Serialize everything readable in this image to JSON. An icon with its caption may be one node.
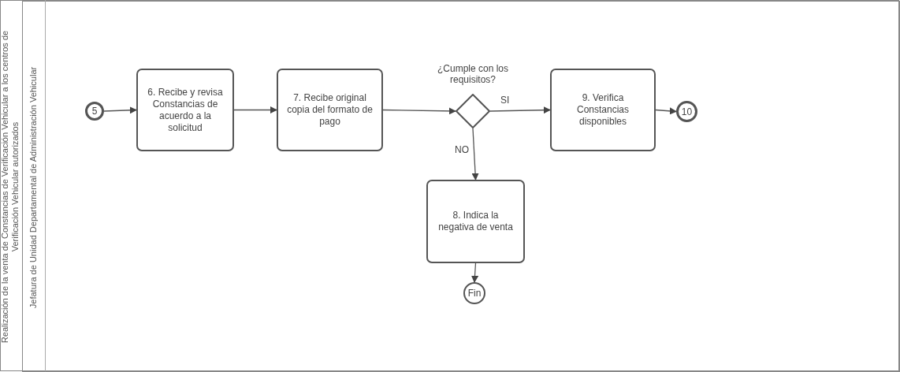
{
  "diagram": {
    "nodes": [
      {
        "text": [
          "Realización de la venta de Constancias de Verificación Vehicular a los centros de Verificación Vehicular autorizados"
        ]
      },
      {
        "text": [
          "Jefatura de Unidad Departamental de Administración  Vehicular"
        ],
        "in": 0
      },
      {
        "text": [
          "5"
        ],
        "in": 1
      },
      {
        "text": [
          "6. Recibe y revisa Constancias de acuerdo a la solicitud"
        ],
        "in": 1
      },
      {
        "text": [
          "7. Recibe original copia del formato de pago"
        ],
        "in": 1
      },
      {
        "text": [
          "¿Cumple con los requisitos?"
        ],
        "in": 1
      },
      {
        "text": [
          "9. Verifica Constancias disponibles"
        ],
        "in": 1
      },
      {
        "text": [
          "10"
        ],
        "in": 1
      },
      {
        "text": [
          "8. Indica la negativa de venta"
        ],
        "in": 1
      },
      {
        "text": [
          "Fin"
        ],
        "in": 1
      }
    ],
    "edges": [
      {
        "from": 2,
        "to": 3,
        "arrow": "to"
      },
      {
        "from": 3,
        "to": 4,
        "arrow": "to"
      },
      {
        "from": 4,
        "to": 5,
        "arrow": "to"
      },
      {
        "from": 5,
        "to": 6,
        "arrow": "to",
        "label": "SI"
      },
      {
        "from": 5,
        "to": 8,
        "arrow": "to",
        "label": "NO"
      },
      {
        "from": 6,
        "to": 7,
        "arrow": "to"
      },
      {
        "from": 8,
        "to": 9,
        "arrow": "to"
      }
    ]
  }
}
